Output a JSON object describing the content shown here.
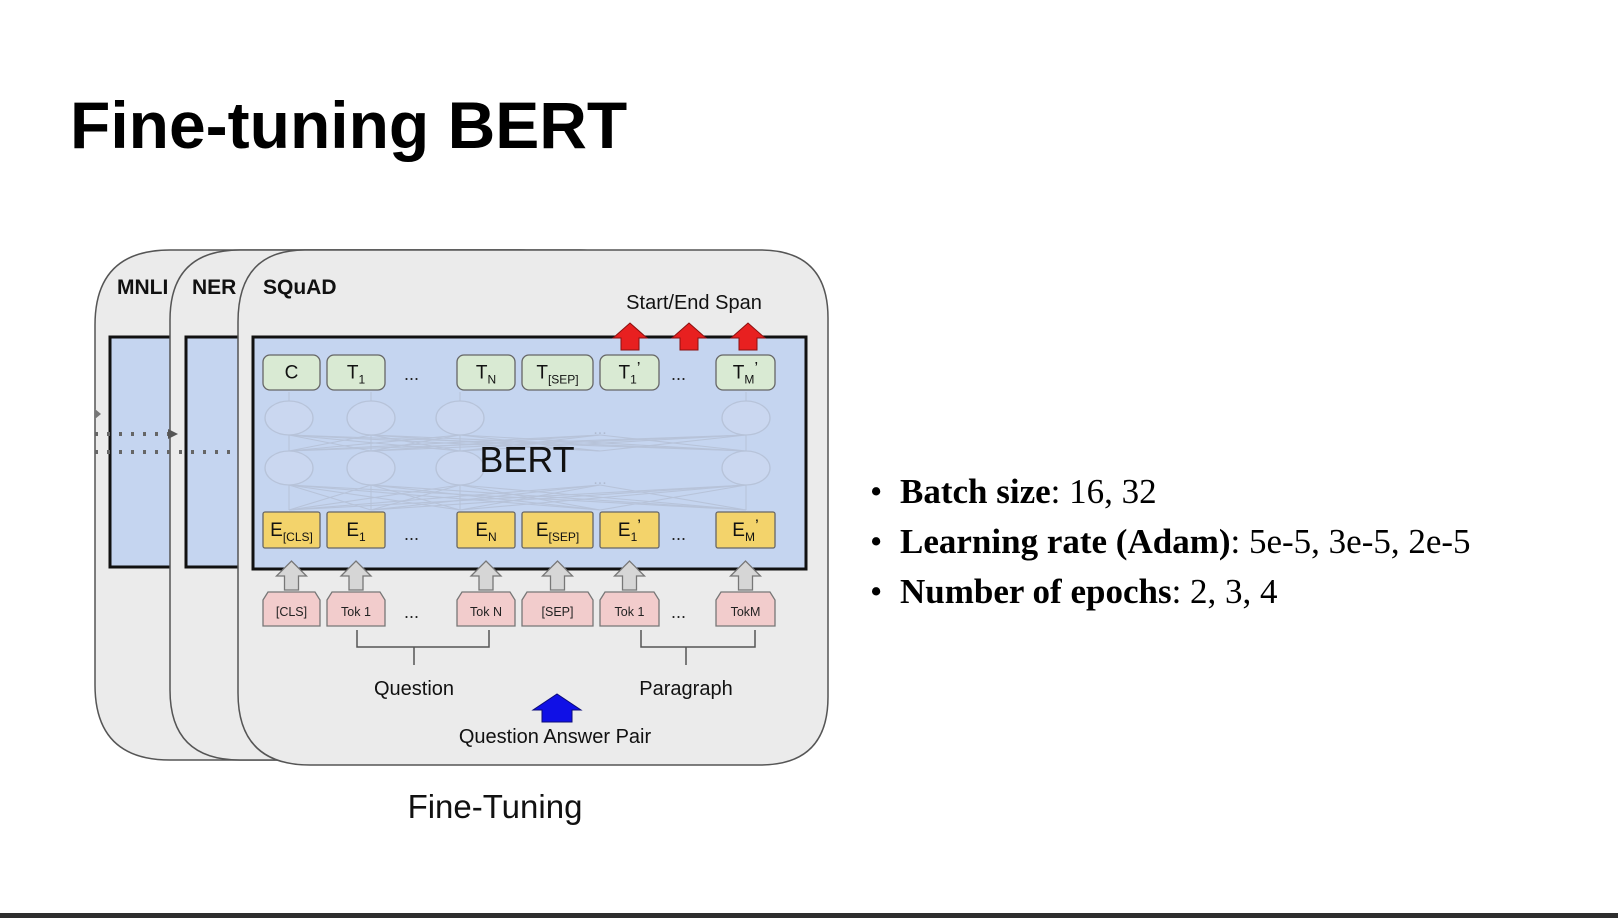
{
  "slide": {
    "title": "Fine-tuning BERT"
  },
  "diagram": {
    "caption": "Fine-Tuning",
    "cards": [
      "MNLI",
      "NER",
      "SQuAD"
    ],
    "model_label": "BERT",
    "output_label": "Start/End Span",
    "input_label": "Question Answer Pair",
    "segment_labels": {
      "question": "Question",
      "paragraph": "Paragraph"
    },
    "ellipsis": "...",
    "output_tokens": [
      {
        "main": "C",
        "sub": "",
        "prime": ""
      },
      {
        "main": "T",
        "sub": "1",
        "prime": ""
      },
      {
        "main": "T",
        "sub": "N",
        "prime": ""
      },
      {
        "main": "T",
        "sub": "[SEP]",
        "prime": ""
      },
      {
        "main": "T",
        "sub": "1",
        "prime": "’"
      },
      {
        "main": "T",
        "sub": "M",
        "prime": "’"
      }
    ],
    "embeddings": [
      {
        "main": "E",
        "sub": "[CLS]",
        "prime": ""
      },
      {
        "main": "E",
        "sub": "1",
        "prime": ""
      },
      {
        "main": "E",
        "sub": "N",
        "prime": ""
      },
      {
        "main": "E",
        "sub": "[SEP]",
        "prime": ""
      },
      {
        "main": "E",
        "sub": "1",
        "prime": "’"
      },
      {
        "main": "E",
        "sub": "M",
        "prime": "’"
      }
    ],
    "input_tokens": [
      "[CLS]",
      "Tok 1",
      "Tok N",
      "[SEP]",
      "Tok 1",
      "TokM"
    ],
    "colors": {
      "card_fill": "#ebebeb",
      "bert_fill": "#c5d5f0",
      "output_fill": "#d9ead3",
      "embedding_fill": "#f3d36b",
      "input_fill": "#f2cccc",
      "span_arrow": "#e82020",
      "input_arrow": "#1010e6"
    }
  },
  "hyperparameters": [
    {
      "name": "Batch size",
      "values": ": 16, 32"
    },
    {
      "name": "Learning rate (Adam)",
      "values": ": 5e-5, 3e-5, 2e-5"
    },
    {
      "name": "Number of epochs",
      "values": ": 2, 3, 4"
    }
  ]
}
